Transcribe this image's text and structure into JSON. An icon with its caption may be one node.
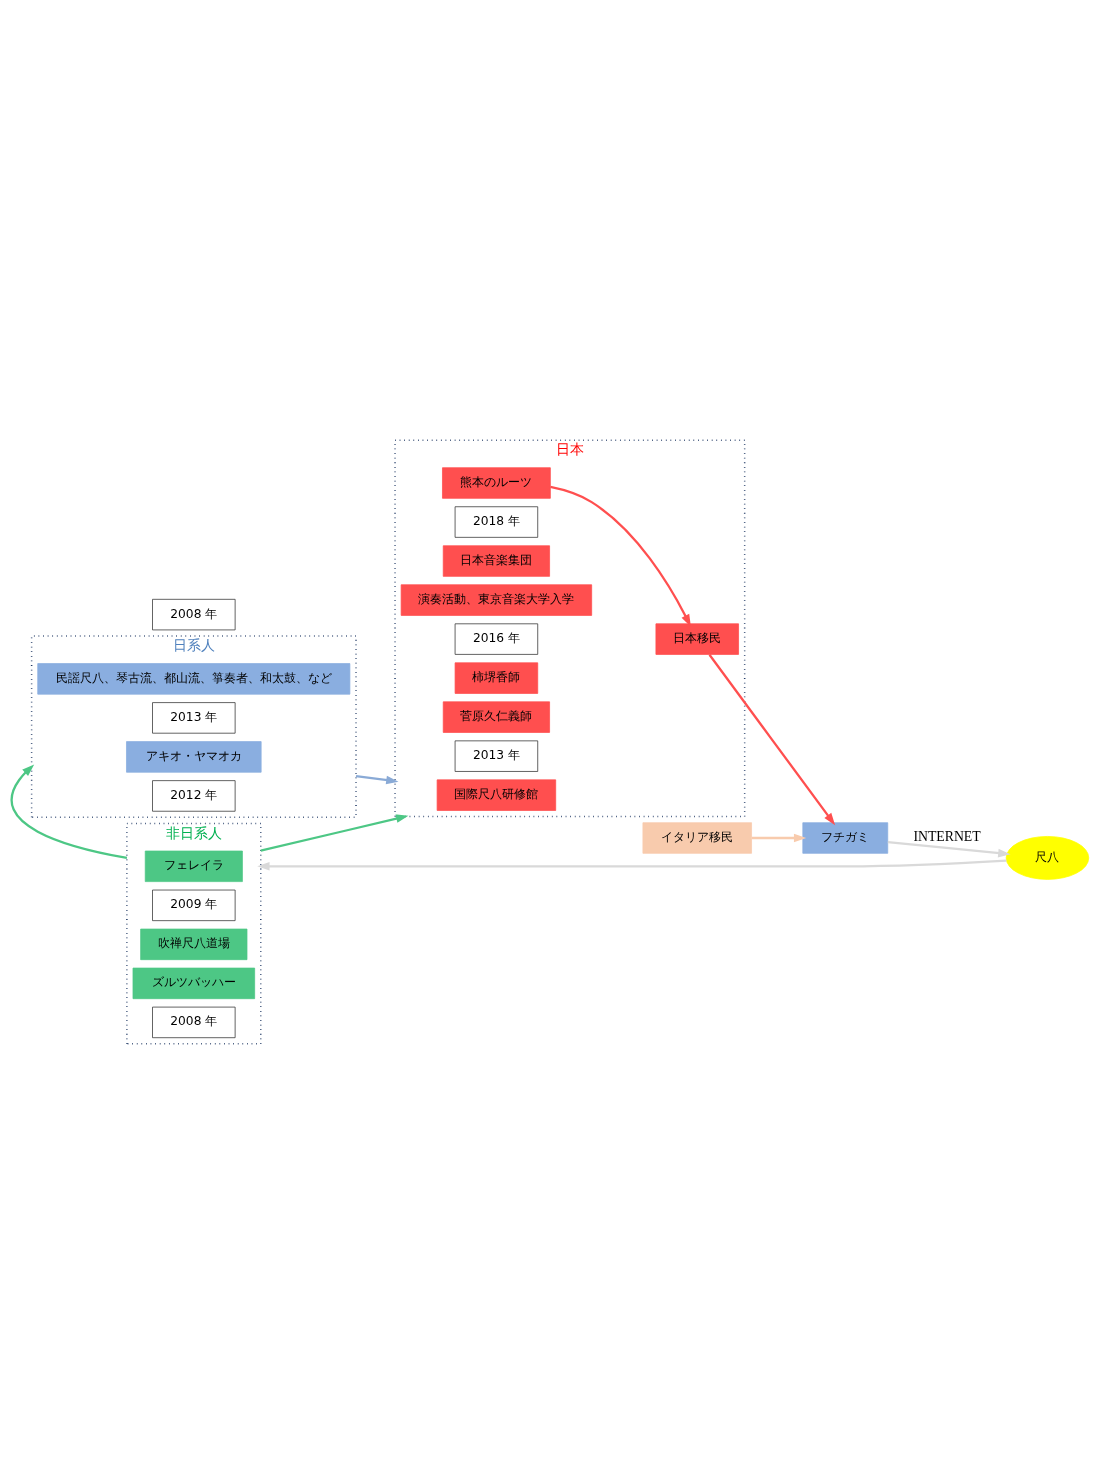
{
  "diagram": {
    "nodes": [
      {
        "text": [
          "イタリア移民"
        ]
      },
      {
        "text": [
          "日本"
        ]
      },
      {
        "text": [
          "日本移民"
        ],
        "in": 1
      },
      {
        "text": [
          "熊本のルーツ"
        ],
        "in": 1
      },
      {
        "text": [
          "2018 年"
        ],
        "in": 1
      },
      {
        "text": [
          "日本音楽集団"
        ],
        "in": 1
      },
      {
        "text": [
          "演奏活動、東京音楽大学入学"
        ],
        "in": 1
      },
      {
        "text": [
          "2016 年"
        ],
        "in": 1
      },
      {
        "text": [
          "柿堺香師"
        ],
        "in": 1
      },
      {
        "text": [
          "菅原久仁義師"
        ],
        "in": 1
      },
      {
        "text": [
          "2013 年"
        ],
        "in": 1
      },
      {
        "text": [
          "国際尺八研修館"
        ],
        "in": 1
      },
      {
        "text": [
          "フチガミ"
        ]
      },
      {
        "text": [
          "2008 年"
        ]
      },
      {
        "text": [
          "尺八"
        ]
      },
      {
        "text": [
          "日系人"
        ]
      },
      {
        "text": [
          "民謡尺八、琴古流、都山流、箏奏者、和太鼓、など"
        ],
        "in": 15
      },
      {
        "text": [
          "2013 年"
        ],
        "in": 15
      },
      {
        "text": [
          "アキオ・ヤマオカ"
        ],
        "in": 15
      },
      {
        "text": [
          "2012 年"
        ],
        "in": 15
      },
      {
        "text": [
          "非日系人"
        ]
      },
      {
        "text": [
          "フェレイラ"
        ],
        "in": 20
      },
      {
        "text": [
          "2009 年"
        ],
        "in": 20
      },
      {
        "text": [
          "吹禅尺八道場"
        ],
        "in": 20
      },
      {
        "text": [
          "ズルツバッハー"
        ],
        "in": 20
      },
      {
        "text": [
          "2008 年"
        ],
        "in": 20
      }
    ],
    "edges": [
      {
        "from": 0,
        "to": 12,
        "arrow": "to",
        "color": "#f8cbad"
      },
      {
        "from": 3,
        "to": 2,
        "arrow": "to",
        "color": "#ff4f4f"
      },
      {
        "from": 2,
        "to": 12,
        "arrow": "to",
        "color": "#ff4f4f"
      },
      {
        "from": 12,
        "to": 14,
        "arrow": "to",
        "label": "INTERNET",
        "color": "#d9d9d9"
      },
      {
        "from": 14,
        "to": 20,
        "arrow": "to",
        "color": "#d9d9d9"
      },
      {
        "from": 20,
        "to": 1,
        "arrow": "to",
        "color": "#4dc785"
      },
      {
        "from": 15,
        "to": 1,
        "arrow": "to",
        "color": "#8aaad6"
      },
      {
        "from": 20,
        "to": 15,
        "arrow": "to",
        "color": "#4dc785"
      }
    ]
  }
}
